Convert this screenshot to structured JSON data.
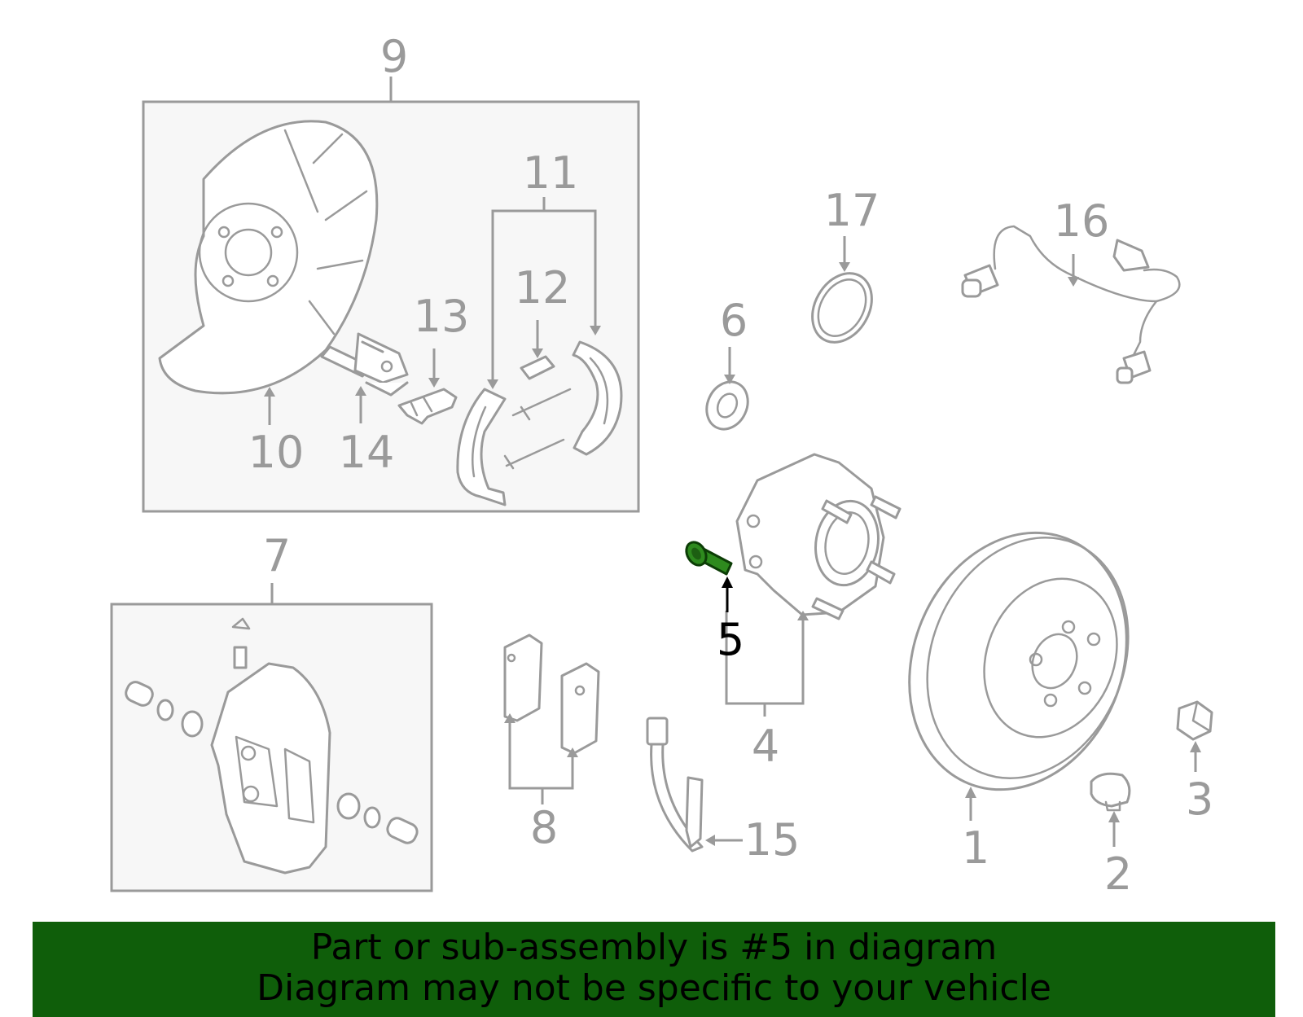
{
  "callouts": {
    "c1": "1",
    "c2": "2",
    "c3": "3",
    "c4": "4",
    "c5": "5",
    "c6": "6",
    "c7": "7",
    "c8": "8",
    "c9": "9",
    "c10": "10",
    "c11": "11",
    "c12": "12",
    "c13": "13",
    "c14": "14",
    "c15": "15",
    "c16": "16",
    "c17": "17"
  },
  "highlight": {
    "part_number": "5",
    "color": "#2e8a1e"
  },
  "banner": {
    "line1": "Part or sub-assembly is #5 in diagram",
    "line2": "Diagram may not be specific to your vehicle",
    "background": "#0f5e0a"
  }
}
